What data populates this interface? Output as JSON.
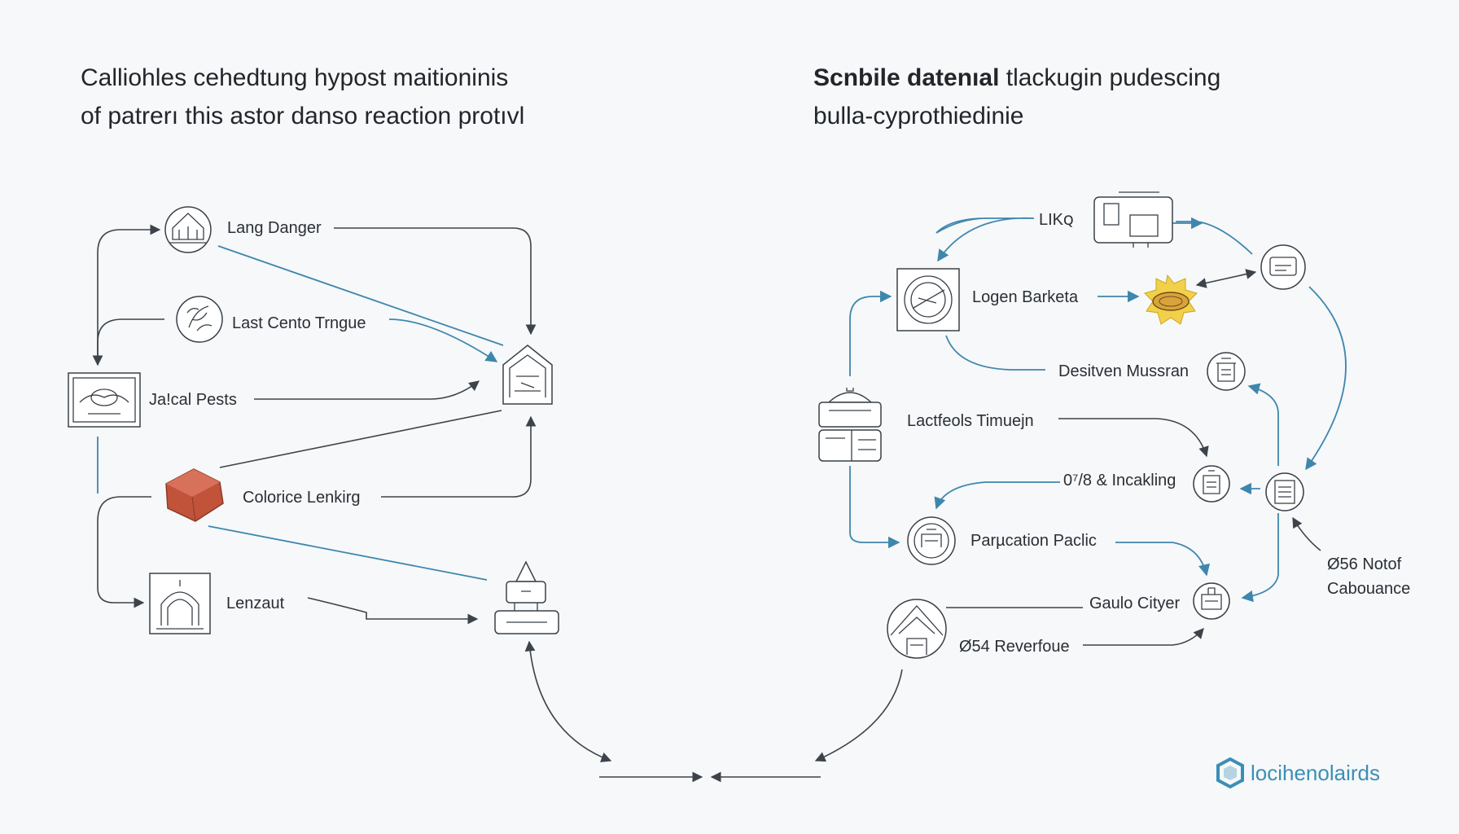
{
  "titles": {
    "left_line1": "Calliohles cehedtung hypost maitioninis",
    "left_line2": "of patrerı this astor danso reaction protıvl",
    "right_bold": "Scnbile datenıal",
    "right_rest": " tlackugin pudescing",
    "right_line2": "bulla-cyprothiedinie"
  },
  "left_nodes": {
    "lang_danger": "Lang Danger",
    "last_cento": "Last Cento Trngue",
    "jalcal_pests": "Ja!cal Pests",
    "colorice": "Colorice Lenkirg",
    "lenzaut": "Lenzaut"
  },
  "right_nodes": {
    "likes": "LIKꞯ",
    "logen": "Logen Barketa",
    "desitven": "Desitven Mussran",
    "lactfeols": "Lactfeols Timuejn",
    "incakling": "0⁷/8 & Incakling",
    "parucation": "Parµcation Paclic",
    "gaulo": "Gaulo Cityer",
    "reverfoue": "Ø54 Reverfoue",
    "notof_1": "Ø56 Notof",
    "notof_2": "Cabouance"
  },
  "brand": {
    "name": "locihenolairds"
  },
  "colors": {
    "accent_blue": "#3f86ad",
    "edge_gray": "#3d434a",
    "brick": "#c0533a",
    "sun": "#f2d04a"
  }
}
